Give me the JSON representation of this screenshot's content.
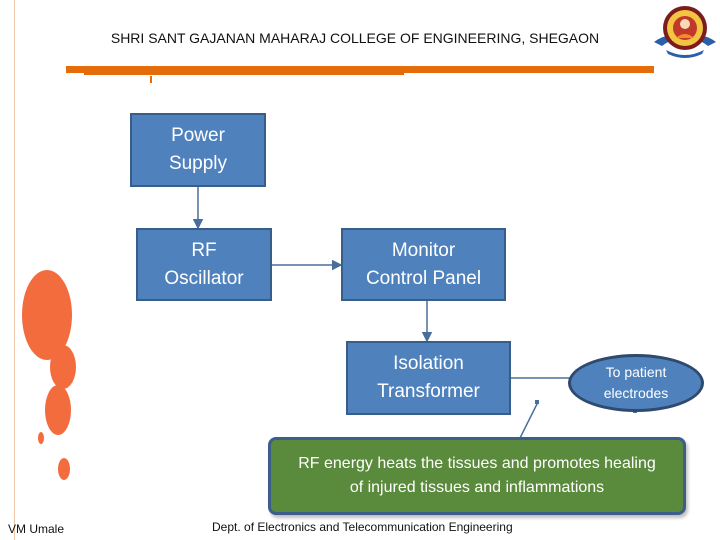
{
  "header": {
    "college": "SHRI SANT GAJANAN MAHARAJ COLLEGE OF ENGINEERING, SHEGAON",
    "logo": "college-crest"
  },
  "blocks": {
    "power_supply": "Power\nSupply",
    "rf_oscillator": "RF\nOscillator",
    "monitor_panel": "Monitor\nControl Panel",
    "isolation_transformer": "Isolation\nTransformer",
    "patient_electrodes": "To patient\nelectrodes"
  },
  "note": "RF energy heats the tissues and promotes healing of injured tissues and inflammations",
  "footer": {
    "author": "VM Umale",
    "department": "Dept. of Electronics and Telecommunication Engineering"
  },
  "colors": {
    "block": "#4f81bd",
    "note": "#5a8a3c",
    "accent": "#e46c0a",
    "decor": "#f36c3d"
  }
}
